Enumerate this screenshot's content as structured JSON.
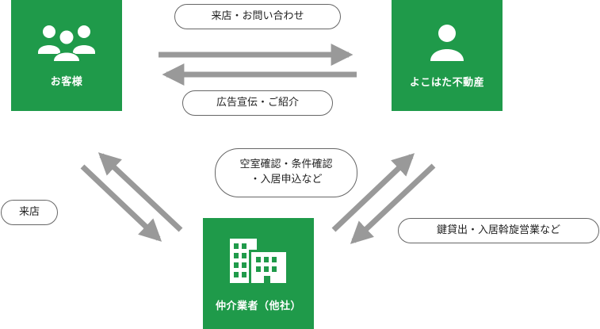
{
  "nodes": {
    "customer": {
      "label": "お客様",
      "icon": "people-group-icon"
    },
    "yokohata": {
      "label": "よこはた不動産",
      "icon": "person-icon"
    },
    "agent": {
      "label": "仲介業者（他社）",
      "icon": "buildings-icon"
    }
  },
  "labels": {
    "visit_inquiry": "来店・お問い合わせ",
    "advertising": "広告宣伝・ご紹介",
    "check_line1": "空室確認・条件確認",
    "check_line2": "・入居申込など",
    "visit": "来店",
    "key_handover": "鍵貸出・入居斡旋営業など"
  },
  "colors": {
    "node_green": "#1f9a4a",
    "arrow_gray": "#999999",
    "pill_border": "#666666"
  }
}
